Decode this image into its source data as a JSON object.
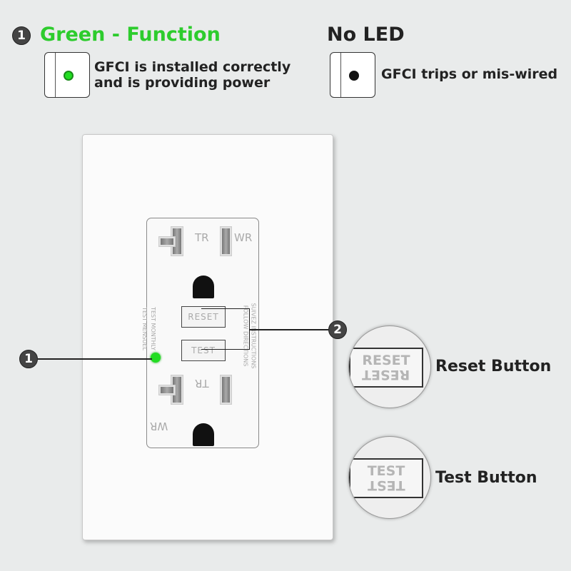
{
  "legend": {
    "green": {
      "number": "1",
      "title": "Green - Function",
      "title_color": "#2dcc2d",
      "led_color": "#22dd22",
      "description_line1": "GFCI is installed correctly",
      "description_line2": "and is providing power"
    },
    "none": {
      "title": "No LED",
      "led_color": "#111111",
      "description": "GFCI trips or mis-wired"
    }
  },
  "outlet": {
    "tr": "TR",
    "wr": "WR",
    "reset": "RESET",
    "test": "TEST",
    "test_monthly": "TEST MONTHLY",
    "test_mensuel": "TEST MENSUEL",
    "follow_directions": "FOLLOW DIRECTIONS",
    "suivez": "SUIVEZ INSTRUCTIONS"
  },
  "callouts": {
    "led_number": "1",
    "buttons_number": "2",
    "reset_label": "Reset Button",
    "test_label": "Test Button",
    "reset_text": "RESET",
    "test_text": "TEST"
  }
}
